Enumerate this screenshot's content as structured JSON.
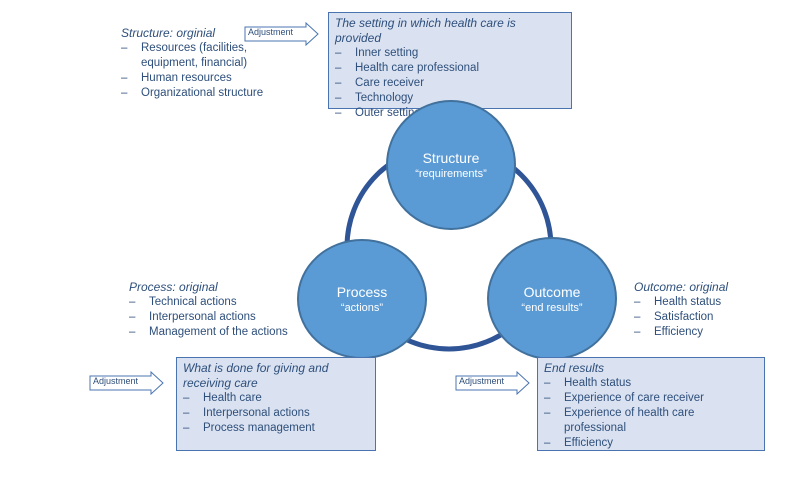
{
  "structure_original": {
    "title": "Structure: orginial",
    "items": [
      "Resources (facilities, equipment, financial)",
      "Human resources",
      "Organizational structure"
    ]
  },
  "structure_adjusted": {
    "title": "The setting in which health care is provided",
    "items": [
      "Inner setting",
      "Health care professional",
      "Care receiver",
      "Technology",
      "Outer setting"
    ]
  },
  "process_original": {
    "title": "Process: original",
    "items": [
      "Technical actions",
      "Interpersonal actions",
      "Management of the actions"
    ]
  },
  "process_adjusted": {
    "title": "What is done for giving and receiving care",
    "items": [
      "Health care",
      "Interpersonal actions",
      "Process management"
    ]
  },
  "outcome_original": {
    "title": "Outcome: original",
    "items": [
      "Health status",
      "Satisfaction",
      "Efficiency"
    ]
  },
  "outcome_adjusted": {
    "title": "End results",
    "items": [
      "Health status",
      "Experience of care receiver",
      "Experience of health care professional",
      "Efficiency"
    ]
  },
  "adjustment_label": "Adjustment",
  "nodes": {
    "structure": {
      "title": "Structure",
      "subtitle": "“requirements”"
    },
    "process": {
      "title": "Process",
      "subtitle": "“actions”"
    },
    "outcome": {
      "title": "Outcome",
      "subtitle": "“end results”"
    }
  },
  "colors": {
    "circle_fill": "#5B9BD5",
    "connector": "#2F5597",
    "box_fill": "#DAE2F1",
    "text": "#2E4F7B"
  }
}
